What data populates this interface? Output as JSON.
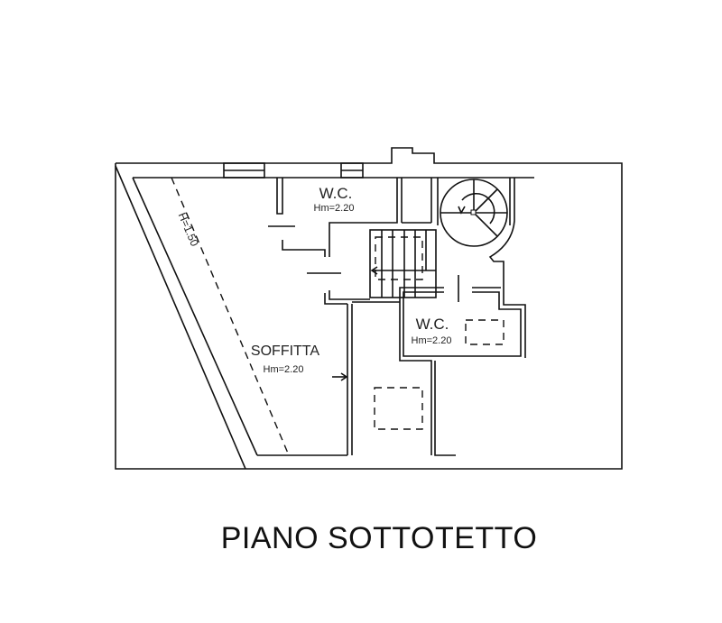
{
  "plan": {
    "rooms": [
      {
        "name": "W.C.",
        "height": "Hm=2.20"
      },
      {
        "name": "W.C.",
        "height": "Hm=2.20"
      },
      {
        "name": "SOFFITTA",
        "height": "Hm=2.20"
      }
    ],
    "slope_label": "H=1.50"
  },
  "title": "PIANO SOTTOTETTO"
}
